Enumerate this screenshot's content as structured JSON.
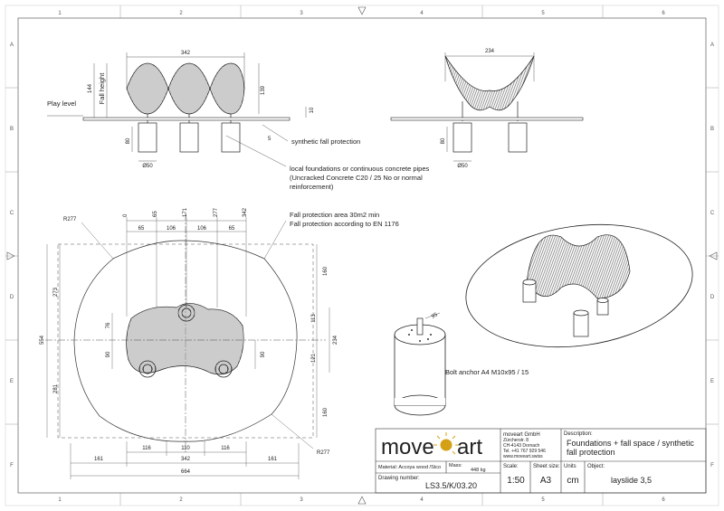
{
  "border": {
    "columns": [
      "1",
      "2",
      "3",
      "4",
      "5",
      "6"
    ],
    "rows": [
      "A",
      "B",
      "C",
      "D",
      "E",
      "F"
    ]
  },
  "front_view": {
    "dim_width": "342",
    "dim_height_total": "144",
    "dim_height": "139",
    "dim_top": "10",
    "fall_height_label": "Fall height",
    "play_level_label": "Play level",
    "dim_found_depth": "80",
    "dim_diameter": "Ø50",
    "dim_layer": "5"
  },
  "side_view": {
    "dim_width": "234",
    "dim_found_depth": "80",
    "dim_diameter": "Ø50"
  },
  "annotations": {
    "synthetic_fall": "synthetic fall protection",
    "foundations_line1": "local foundations or continuous concrete pipes",
    "foundations_line2": "(Uncracked Concrete C20 / 25 No or normal",
    "foundations_line3": "reinforcement)",
    "fall_area_line1": "Fall protection area 30m2 min",
    "fall_area_line2": "Fall protection according to EN 1176",
    "bolt_anchor": "Bolt anchor A4 M10x95 / 15",
    "bolt_dim": "95"
  },
  "plan_view": {
    "radius_top": "R277",
    "radius_bottom": "R277",
    "top_ticks": [
      "0",
      "65",
      "171",
      "277",
      "342"
    ],
    "top_spacing": [
      "65",
      "106",
      "106",
      "65"
    ],
    "left_dims": [
      "273",
      "281"
    ],
    "left_total": "554",
    "right_dims": [
      "160",
      "113",
      "121",
      "160"
    ],
    "right_total": "234",
    "inner_dims": [
      "76",
      "90",
      "90"
    ],
    "bottom_inner": [
      "116",
      "110",
      "116"
    ],
    "bottom_mid": [
      "161",
      "342",
      "161"
    ],
    "bottom_total": "664"
  },
  "title_block": {
    "logo_part1": "move",
    "logo_part2": "art",
    "company_name": "moveart GmbH",
    "company_street": "Zürcherstr. 8",
    "company_city": "CH-4143 Dornach",
    "company_phone": "Tel. +41 767 929 546",
    "company_web": "www.moveart.swiss",
    "description_label": "Description:",
    "description_line1": "Foundations + fall space / synthetic",
    "description_line2": "fall protection",
    "material_label": "Material: Accoya wood /Stco",
    "mass_label": "Mass:",
    "mass_value": "448 kg",
    "drawing_label": "Drawing number:",
    "drawing_value": "LS3.5/K/03.20",
    "scale_label": "Scale:",
    "scale_value": "1:50",
    "sheet_label": "Sheet size:",
    "sheet_value": "A3",
    "units_label": "Units",
    "units_value": "cm",
    "object_label": "Object:",
    "object_value": "layslide 3,5"
  }
}
